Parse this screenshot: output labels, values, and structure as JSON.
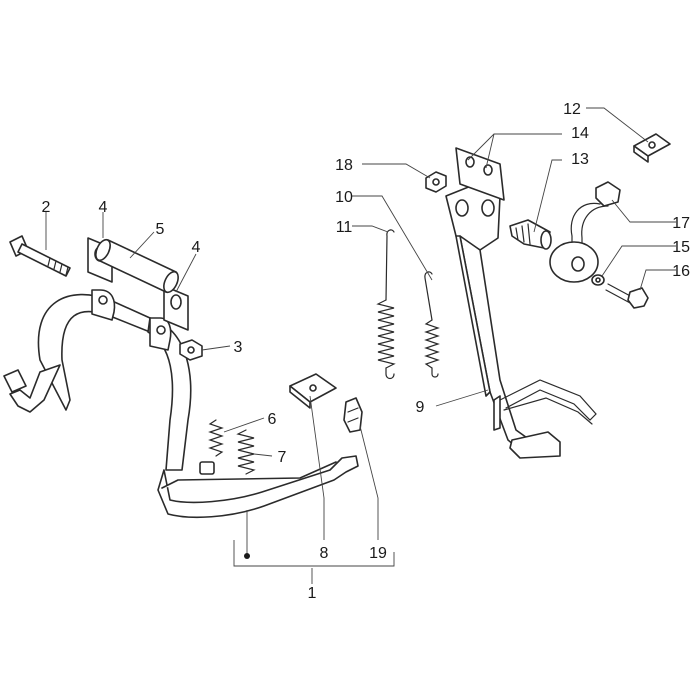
{
  "diagram": {
    "line_color": "#2b2b2b",
    "background": "#ffffff",
    "callouts": {
      "c1": "1",
      "c2": "2",
      "c3": "3",
      "c4a": "4",
      "c4b": "4",
      "c5": "5",
      "c6": "6",
      "c7": "7",
      "c8": "8",
      "c9": "9",
      "c10": "10",
      "c11": "11",
      "c12": "12",
      "c13": "13",
      "c14": "14",
      "c15": "15",
      "c16": "16",
      "c17": "17",
      "c18": "18",
      "c19": "19"
    }
  }
}
